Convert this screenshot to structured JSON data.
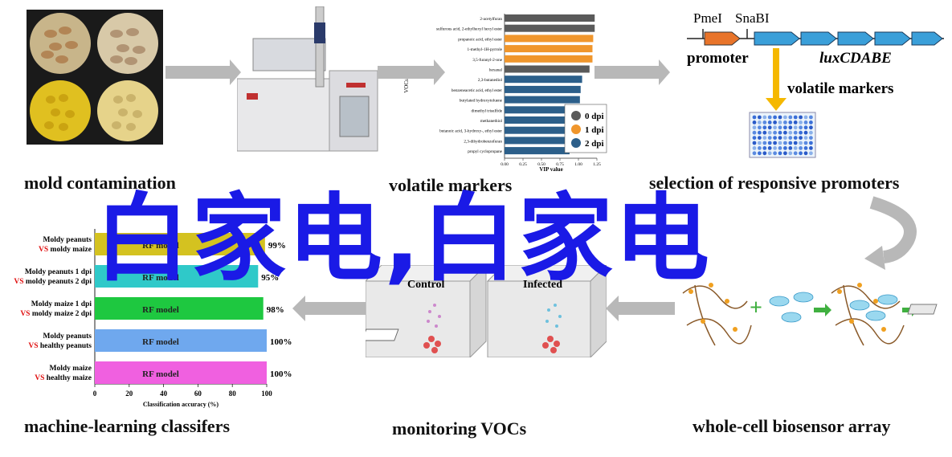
{
  "labels": {
    "mold": "mold contamination",
    "volatile": "volatile markers",
    "selection": "selection of responsive promoters",
    "ml": "machine-learning classifers",
    "monitoring": "monitoring VOCs",
    "biosensor": "whole-cell biosensor array"
  },
  "overlay_text": "白家电,白家电",
  "construct": {
    "site1": "PmeI",
    "site2": "SnaBI",
    "promoter": "promoter",
    "operon": "luxCDABE",
    "arrow_label": "volatile markers",
    "colors": {
      "promoter": "#e8742a",
      "lux": "#3a9fd9",
      "arrow": "#f5b800"
    }
  },
  "chambers": {
    "left": "Control",
    "right": "Infected"
  },
  "chart_data": [
    {
      "type": "bar",
      "orientation": "horizontal",
      "title": "",
      "xlabel": "VIP value",
      "ylabel": "VOCs",
      "xlim": [
        0,
        1.25
      ],
      "xticks": [
        "0.00",
        "0.25",
        "0.50",
        "0.75",
        "1.00",
        "1.25"
      ],
      "categories": [
        "2-acetylfuran",
        "sulfurous acid, 2-ethylhexyl hexyl ester",
        "propanoic acid, ethyl ester",
        "1-methyl-1H-pyrrole",
        "3,5-furanyl-2-one",
        "hexanal",
        "2,3-butanediol",
        "benzeneacetic acid, ethyl ester",
        "butylated hydroxytoluene",
        "dimethyl trisulfide",
        "methanethiol",
        "butanoic acid, 3-hydroxy-, ethyl ester",
        "2,3-dihydrobenzofuran",
        "propyl cyclopropane"
      ],
      "values": [
        1.22,
        1.22,
        1.2,
        1.19,
        1.19,
        1.15,
        1.05,
        1.03,
        1.02,
        1.02,
        1.01,
        1.0,
        0.9,
        0.88
      ],
      "groups": [
        "0 dpi",
        "0 dpi",
        "1 dpi",
        "1 dpi",
        "1 dpi",
        "0 dpi",
        "2 dpi",
        "2 dpi",
        "2 dpi",
        "2 dpi",
        "2 dpi",
        "2 dpi",
        "2 dpi",
        "2 dpi"
      ],
      "legend": [
        {
          "name": "0 dpi",
          "color": "#5a5a5a"
        },
        {
          "name": "1 dpi",
          "color": "#f0962c"
        },
        {
          "name": "2 dpi",
          "color": "#2c5f8a"
        }
      ],
      "legend_position": "bottom-right"
    },
    {
      "type": "bar",
      "orientation": "horizontal",
      "title": "",
      "xlabel": "Classification accuracy (%)",
      "ylabel": "",
      "xlim": [
        0,
        100
      ],
      "xticks": [
        "0",
        "20",
        "40",
        "60",
        "80",
        "100"
      ],
      "categories": [
        [
          "Moldy peanuts",
          "VS moldy maize"
        ],
        [
          "Moldy peanuts 1 dpi",
          "VS moldy peanuts 2 dpi"
        ],
        [
          "Moldy maize 1 dpi",
          "VS moldy maize 2 dpi"
        ],
        [
          "Moldy peanuts",
          "VS healthy peanuts"
        ],
        [
          "Moldy maize",
          "VS healthy maize"
        ]
      ],
      "values": [
        99,
        95,
        98,
        100,
        100
      ],
      "value_labels": [
        "99%",
        "95%",
        "98%",
        "100%",
        "100%"
      ],
      "bar_labels": [
        "RF model",
        "RF model",
        "RF model",
        "RF model",
        "RF model"
      ],
      "colors": [
        "#d4c220",
        "#2fc9c9",
        "#1ec840",
        "#6fa8ee",
        "#f060e0"
      ]
    }
  ]
}
